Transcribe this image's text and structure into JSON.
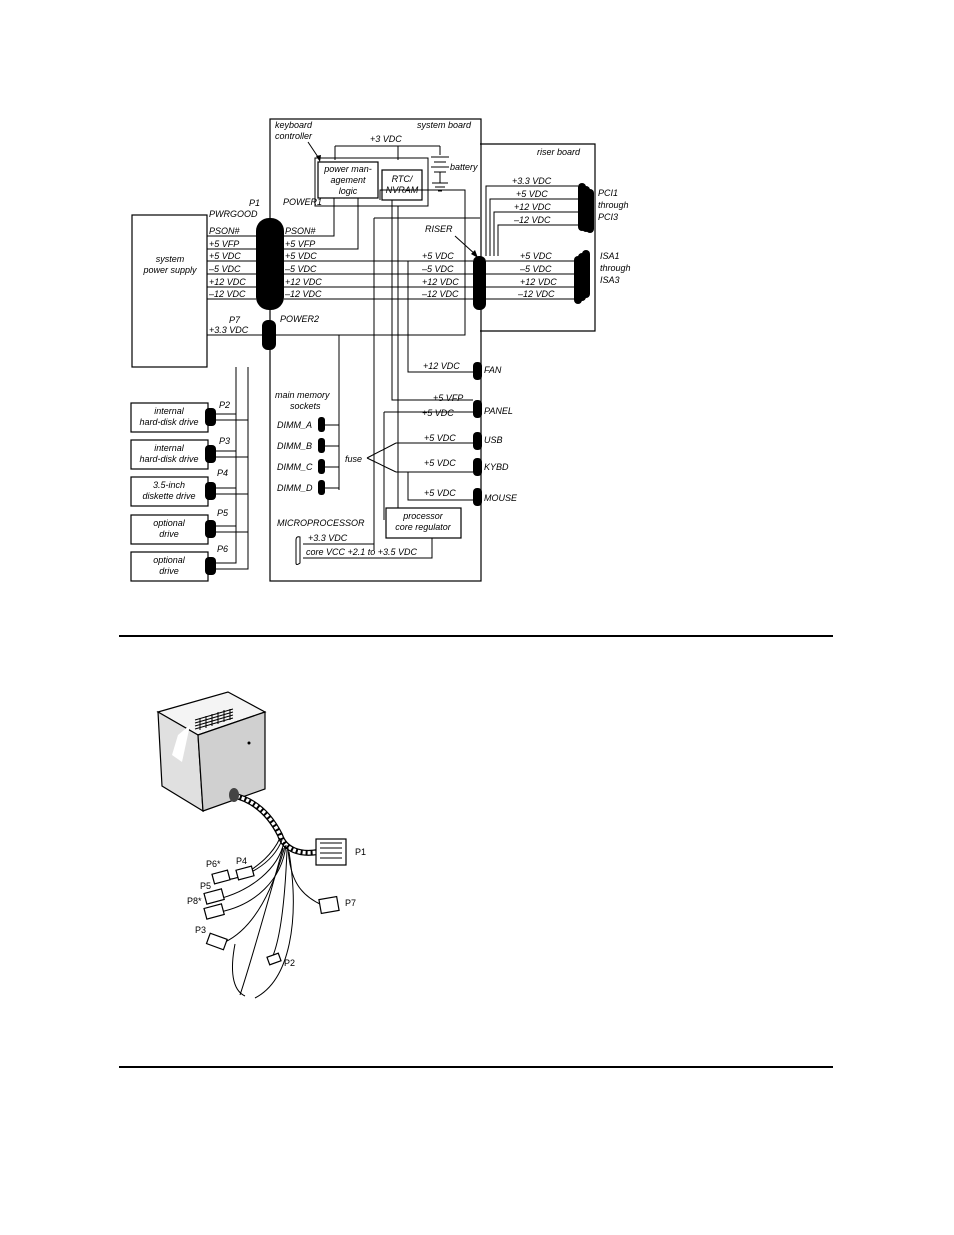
{
  "schematic": {
    "system_board": {
      "title": "system board",
      "keyboard_controller_line1": "keyboard",
      "keyboard_controller_line2": "controller",
      "v3": "+3 VDC",
      "pm_line1": "power man-",
      "pm_line2": "agement",
      "pm_line3": "logic",
      "rtc_line1": "RTC/",
      "rtc_line2": "NVRAM",
      "battery": "battery",
      "power1": "POWER1",
      "power2": "POWER2",
      "riser": "RISER",
      "fan": "FAN",
      "panel": "PANEL",
      "usb": "USB",
      "kybd": "KYBD",
      "mouse": "MOUSE",
      "fuse": "fuse",
      "main_memory_line1": "main memory",
      "main_memory_line2": "sockets",
      "dimms": [
        "DIMM_A",
        "DIMM_B",
        "DIMM_C",
        "DIMM_D"
      ],
      "microprocessor": "MICROPROCESSOR",
      "proc_reg_line1": "processor",
      "proc_reg_line2": "core regulator",
      "cpu_33": "+3.3 VDC",
      "core_vcc": "core VCC +2.1 to +3.5 VDC",
      "v12_fan": "+12 VDC",
      "v5vfp_panel": "+5 VFP",
      "v5_panel": "+5 VDC",
      "v5_usb": "+5 VDC",
      "v5_kybd": "+5 VDC",
      "v5_mouse": "+5 VDC"
    },
    "power_supply": {
      "label_line1": "system",
      "label_line2": "power supply",
      "p1": "P1",
      "pwrgood": "PWRGOOD",
      "psu_lines": [
        "PSON#",
        "+5 VFP",
        "+5 VDC",
        "–5 VDC",
        "+12 VDC",
        "–12 VDC"
      ],
      "board_lines": [
        "PSON#",
        "+5 VFP",
        "+5 VDC",
        "–5 VDC",
        "+12 VDC",
        "–12 VDC"
      ],
      "riser_in": [
        "+5 VDC",
        "–5 VDC",
        "+12 VDC",
        "–12 VDC"
      ],
      "p7": "P7",
      "p7_line": "+3.3 VDC"
    },
    "riser_board": {
      "title": "riser board",
      "pci_lines": [
        "+3.3 VDC",
        "+5 VDC",
        "+12 VDC",
        "–12 VDC"
      ],
      "isa_lines": [
        "+5 VDC",
        "–5 VDC",
        "+12 VDC",
        "–12 VDC"
      ],
      "pci_line1": "PCI1",
      "pci_line2": "through",
      "pci_line3": "PCI3",
      "isa_line1": "ISA1",
      "isa_line2": "through",
      "isa_line3": "ISA3"
    },
    "drives": [
      {
        "line1": "internal",
        "line2": "hard-disk drive",
        "port": "P2"
      },
      {
        "line1": "internal",
        "line2": "hard-disk drive",
        "port": "P3"
      },
      {
        "line1": "3.5-inch",
        "line2": "diskette drive",
        "port": "P4"
      },
      {
        "line1": "optional",
        "line2": "drive",
        "port": "P5"
      },
      {
        "line1": "optional",
        "line2": "drive",
        "port": "P6"
      }
    ]
  },
  "illustration": {
    "labels": [
      "P1",
      "P7",
      "P6*",
      "P4",
      "P5",
      "P8*",
      "P3",
      "P2"
    ]
  }
}
